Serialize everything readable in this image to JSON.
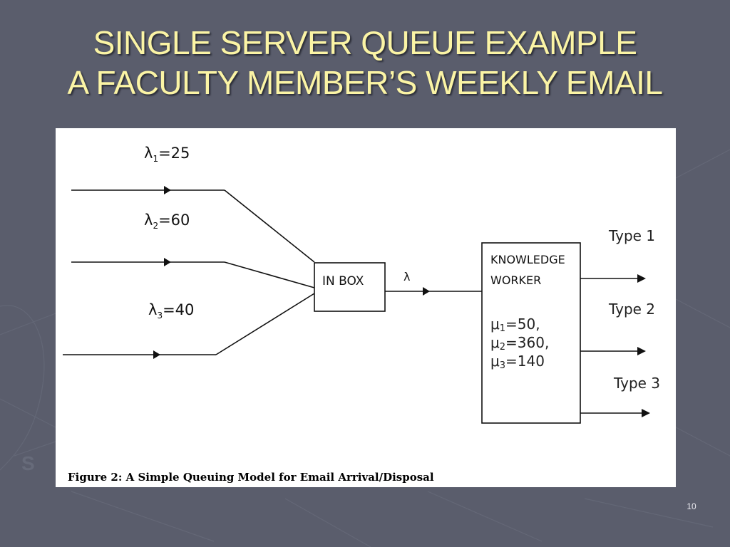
{
  "slide": {
    "title_line1": "SINGLE SERVER QUEUE EXAMPLE",
    "title_line2": "A FACULTY MEMBER’S WEEKLY EMAIL",
    "slide_number": "10"
  },
  "diagram": {
    "inputs": [
      {
        "symbol": "λ",
        "subscript": "1",
        "rate": "=25"
      },
      {
        "symbol": "λ",
        "subscript": "2",
        "rate": "=60"
      },
      {
        "symbol": "λ",
        "subscript": "3",
        "rate": "=40"
      }
    ],
    "inbox_label": "IN BOX",
    "lambda_label": "λ",
    "worker": {
      "line1": "KNOWLEDGE",
      "line2": "WORKER",
      "rates": [
        {
          "symbol": "μ",
          "subscript": "1",
          "rate": "=50,"
        },
        {
          "symbol": "μ",
          "subscript": "2",
          "rate": "=360,"
        },
        {
          "symbol": "μ",
          "subscript": "3",
          "rate": "=140"
        }
      ]
    },
    "outputs": [
      "Type 1",
      "Type 2",
      "Type 3"
    ],
    "caption": "Figure 2: A Simple Queuing Model for Email Arrival/Disposal"
  },
  "colors": {
    "background": "#5a5d6c",
    "title": "#fbf4a5",
    "panel": "#ffffff"
  }
}
